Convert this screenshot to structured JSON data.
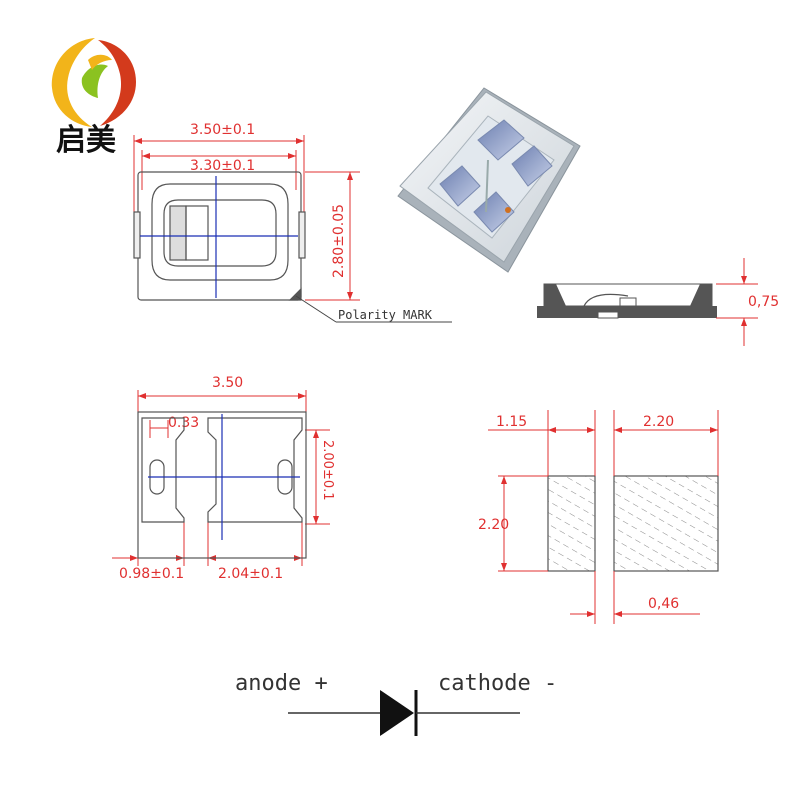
{
  "brand": {
    "logo_text": "启美",
    "ring_colors": [
      "#f2b41a",
      "#d33a1c",
      "#8bc220"
    ]
  },
  "top_view": {
    "outer_width": "3.50±0.1",
    "inner_width": "3.30±0.1",
    "height": "2.80±0.05",
    "polarity_label": "Polarity MARK"
  },
  "side_view": {
    "thickness": "0,75"
  },
  "bottom_view": {
    "width": "3.50",
    "slot_width": "0.33",
    "pad_height": "2.00±0.1",
    "left_pad_width": "0.98±0.1",
    "right_pad_width": "2.04±0.1"
  },
  "footprint": {
    "left_pad_width": "1.15",
    "right_pad_width": "2.20",
    "pad_height": "2.20",
    "gap": "0,46"
  },
  "pinout": {
    "anode_label": "anode +",
    "cathode_label": "cathode -"
  },
  "colors": {
    "dimension": "#e03030",
    "outline": "#555555",
    "centerline": "#1a2fb5"
  }
}
